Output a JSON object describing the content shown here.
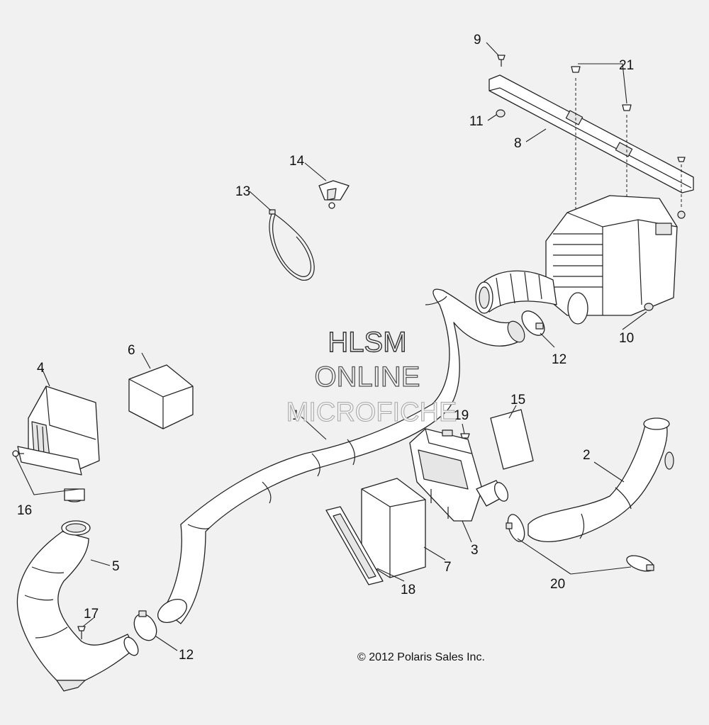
{
  "callouts": [
    {
      "id": "1",
      "text": "1"
    },
    {
      "id": "2",
      "text": "2"
    },
    {
      "id": "3",
      "text": "3"
    },
    {
      "id": "4",
      "text": "4"
    },
    {
      "id": "5",
      "text": "5"
    },
    {
      "id": "6",
      "text": "6"
    },
    {
      "id": "7",
      "text": "7"
    },
    {
      "id": "8",
      "text": "8"
    },
    {
      "id": "9",
      "text": "9"
    },
    {
      "id": "10",
      "text": "10"
    },
    {
      "id": "11",
      "text": "11"
    },
    {
      "id": "12a",
      "text": "12"
    },
    {
      "id": "12b",
      "text": "12"
    },
    {
      "id": "13",
      "text": "13"
    },
    {
      "id": "14",
      "text": "14"
    },
    {
      "id": "15",
      "text": "15"
    },
    {
      "id": "16",
      "text": "16"
    },
    {
      "id": "17",
      "text": "17"
    },
    {
      "id": "18",
      "text": "18"
    },
    {
      "id": "19",
      "text": "19"
    },
    {
      "id": "20",
      "text": "20"
    },
    {
      "id": "21",
      "text": "21"
    }
  ],
  "watermark": {
    "line1": "HLSM",
    "line2": "ONLINE",
    "line3": "MICROFICHE"
  },
  "copyright": "© 2012 Polaris Sales Inc."
}
